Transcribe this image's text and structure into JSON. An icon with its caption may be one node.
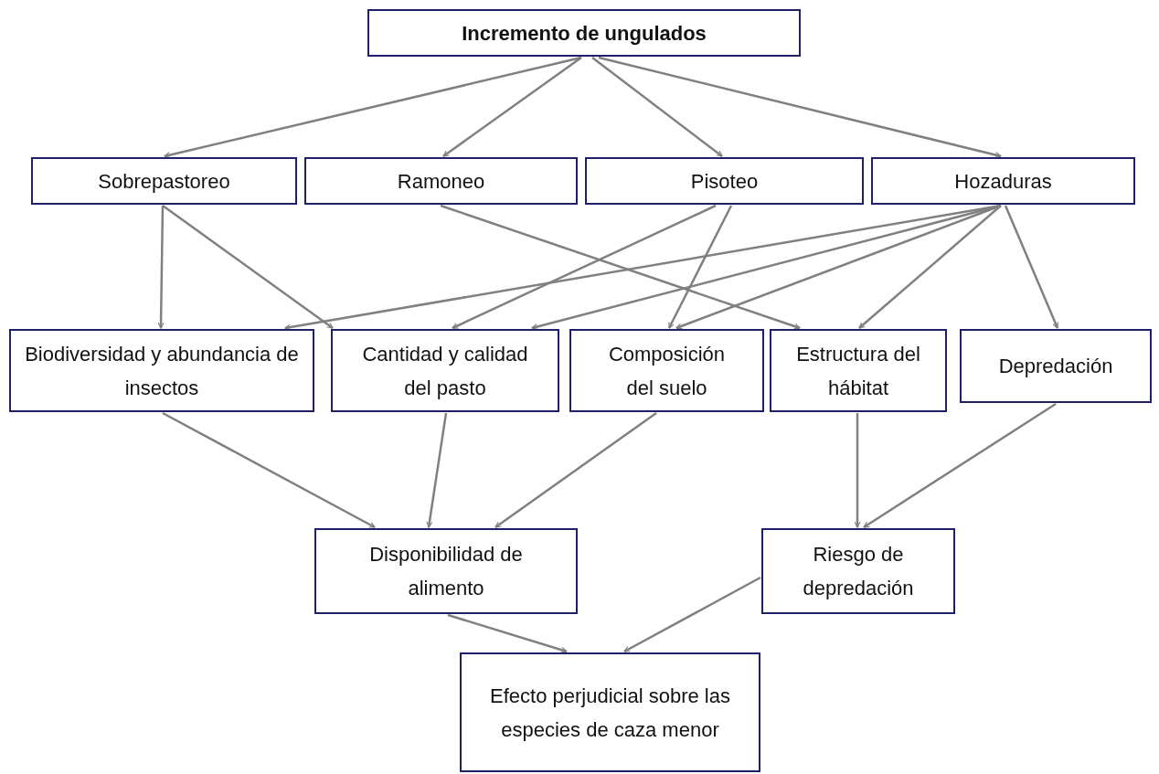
{
  "diagram": {
    "nodes": [
      {
        "text": [
          "Incremento de ungulados"
        ]
      },
      {
        "text": [
          "Sobrepastoreo"
        ]
      },
      {
        "text": [
          "Ramoneo"
        ]
      },
      {
        "text": [
          "Pisoteo"
        ]
      },
      {
        "text": [
          "Hozaduras"
        ]
      },
      {
        "text": [
          "Biodiversidad y abundancia de insectos"
        ]
      },
      {
        "text": [
          "Cantidad y calidad del pasto"
        ]
      },
      {
        "text": [
          "Composición del suelo"
        ]
      },
      {
        "text": [
          "Estructura del hábitat"
        ]
      },
      {
        "text": [
          "Depredación"
        ]
      },
      {
        "text": [
          "Disponibilidad de alimento"
        ]
      },
      {
        "text": [
          "Riesgo de depredación"
        ]
      },
      {
        "text": [
          "Efecto perjudicial sobre las especies de caza menor"
        ]
      }
    ],
    "edges": [
      {
        "from": 0,
        "to": 1,
        "arrow": "to"
      },
      {
        "from": 0,
        "to": 2,
        "arrow": "to"
      },
      {
        "from": 0,
        "to": 3,
        "arrow": "to"
      },
      {
        "from": 0,
        "to": 4,
        "arrow": "to"
      },
      {
        "from": 1,
        "to": 5,
        "arrow": "to"
      },
      {
        "from": 1,
        "to": 6,
        "arrow": "to"
      },
      {
        "from": 2,
        "to": 8,
        "arrow": "to"
      },
      {
        "from": 3,
        "to": 6,
        "arrow": "to"
      },
      {
        "from": 3,
        "to": 7,
        "arrow": "to"
      },
      {
        "from": 4,
        "to": 5,
        "arrow": "to"
      },
      {
        "from": 4,
        "to": 6,
        "arrow": "to"
      },
      {
        "from": 4,
        "to": 7,
        "arrow": "to"
      },
      {
        "from": 4,
        "to": 8,
        "arrow": "to"
      },
      {
        "from": 4,
        "to": 9,
        "arrow": "to"
      },
      {
        "from": 5,
        "to": 10,
        "arrow": "to"
      },
      {
        "from": 6,
        "to": 10,
        "arrow": "to"
      },
      {
        "from": 7,
        "to": 10,
        "arrow": "to"
      },
      {
        "from": 8,
        "to": 11,
        "arrow": "to"
      },
      {
        "from": 9,
        "to": 11,
        "arrow": "to"
      },
      {
        "from": 10,
        "to": 12,
        "arrow": "to"
      },
      {
        "from": 11,
        "to": 12,
        "arrow": "to"
      }
    ]
  }
}
